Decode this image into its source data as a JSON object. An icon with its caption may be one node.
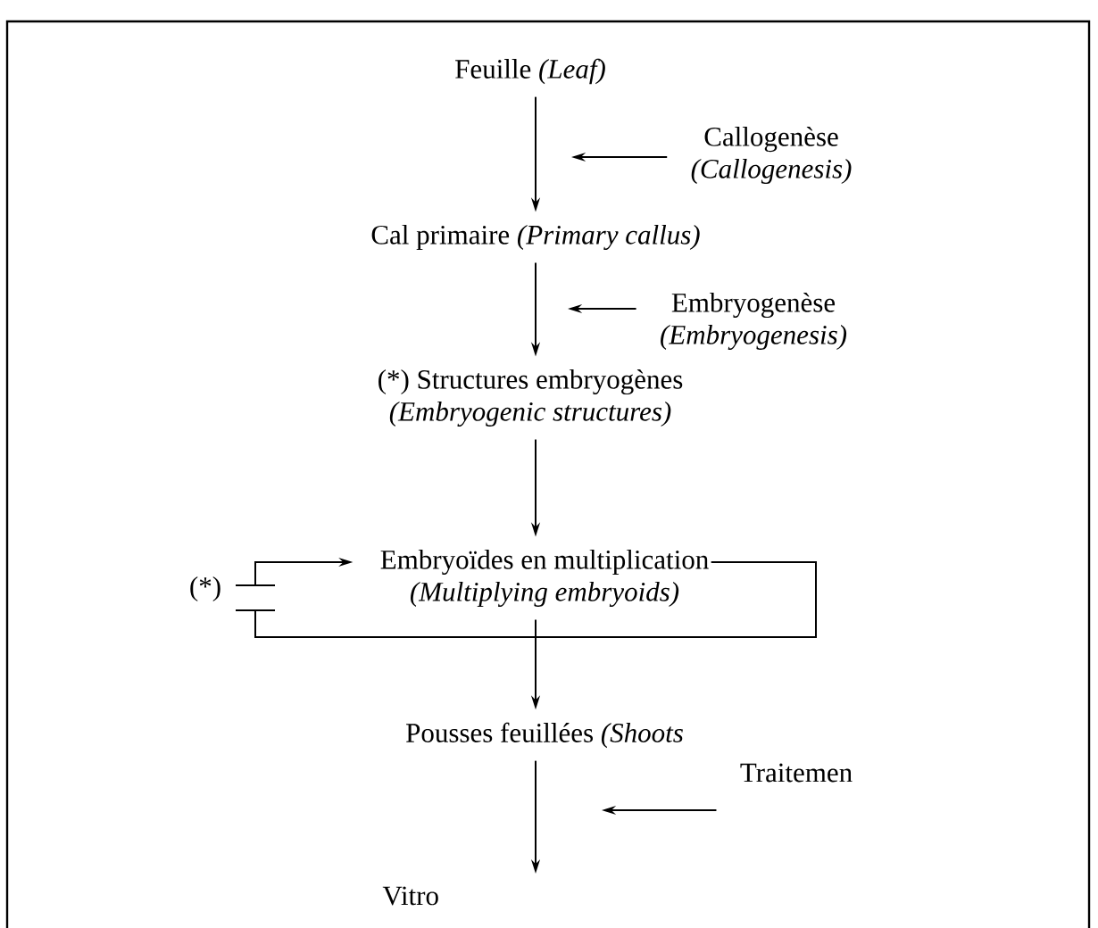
{
  "diagram": {
    "nodes": [
      {
        "text": [
          "Feuille",
          "(Leaf)"
        ]
      },
      {
        "text": [
          "Callogenèse",
          "(Callogenesis)"
        ]
      },
      {
        "text": [
          "Cal primaire",
          "(Primary callus)"
        ]
      },
      {
        "text": [
          "Embryogenèse",
          "(Embryogenesis)"
        ]
      },
      {
        "text": [
          "(*) Structures embryogènes",
          "(Embryogenic structures)"
        ]
      },
      {
        "text": [
          "Embryoïdes en multiplication",
          "(Multiplying embryoids)"
        ]
      },
      {
        "text": [
          "Pousses feuillées",
          "(Shoots"
        ]
      },
      {
        "text": [
          "Traitemen"
        ]
      },
      {
        "text": [
          "Vitro"
        ]
      }
    ],
    "edges": [
      {
        "from": 0,
        "to": 2,
        "arrow": "to"
      },
      {
        "from": 1,
        "to": null,
        "arrow": "to"
      },
      {
        "from": 2,
        "to": 4,
        "arrow": "to"
      },
      {
        "from": 3,
        "to": null,
        "arrow": "to"
      },
      {
        "from": 4,
        "to": 5,
        "arrow": "to"
      },
      {
        "from": 5,
        "to": 5,
        "arrow": "to",
        "label": "(*)"
      },
      {
        "from": 5,
        "to": 6,
        "arrow": "to"
      },
      {
        "from": 6,
        "to": 8,
        "arrow": "to"
      },
      {
        "from": 7,
        "to": null,
        "arrow": "to"
      }
    ]
  }
}
